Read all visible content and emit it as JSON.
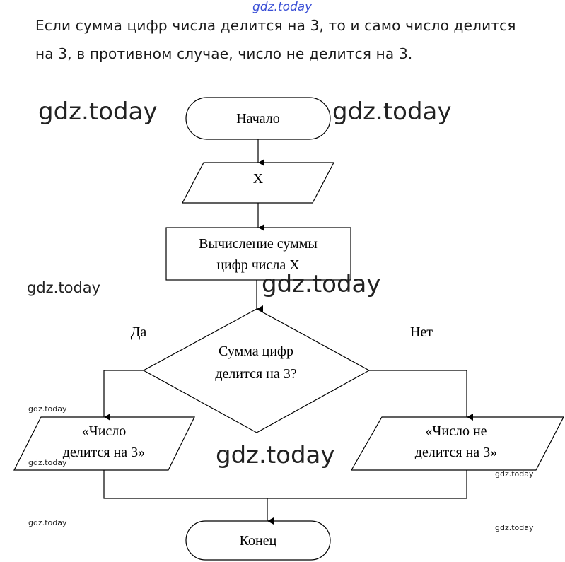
{
  "watermark": "gdz.today",
  "intro": {
    "line1": "Если сумма цифр числа делится на 3, то и само число делится",
    "line2": "на 3, в противном случае, число не делится на 3."
  },
  "flowchart": {
    "start": "Начало",
    "input": "X",
    "process_line1": "Вычисление суммы",
    "process_line2": "цифр числа X",
    "decision_line1": "Сумма цифр",
    "decision_line2": "делится на 3?",
    "yes_label": "Да",
    "no_label": "Нет",
    "yes_output_line1": "«Число",
    "yes_output_line2": "делится на 3»",
    "no_output_line1": "«Число не",
    "no_output_line2": "делится на 3»",
    "end": "Конец"
  }
}
